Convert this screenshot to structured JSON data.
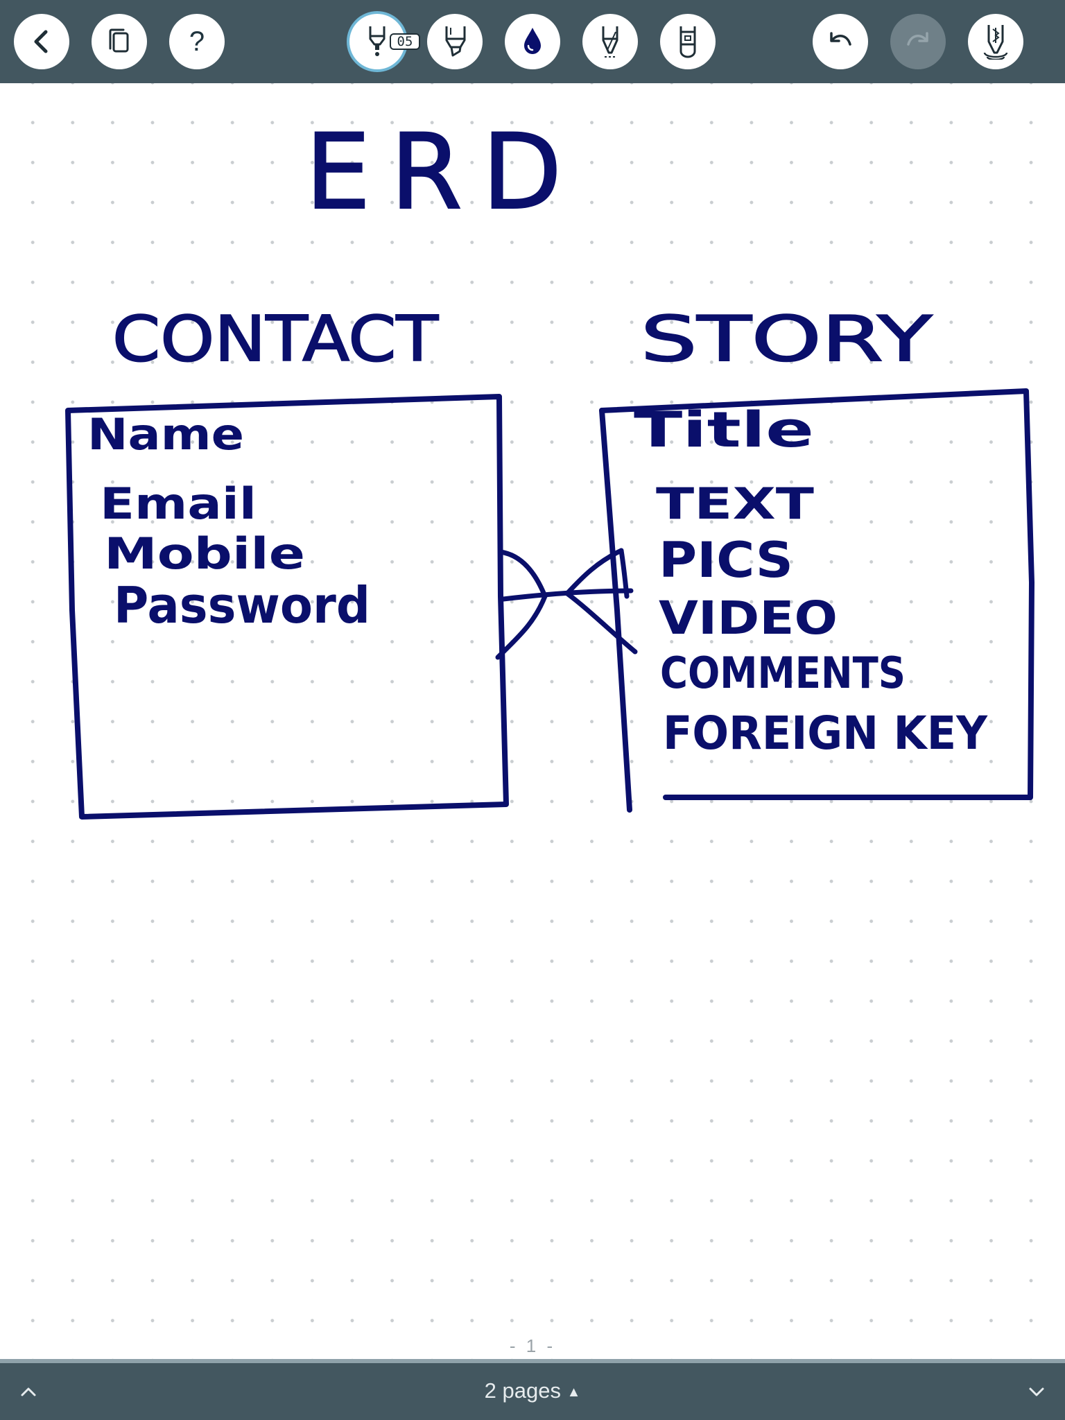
{
  "toolbar": {
    "buttons": [
      {
        "name": "back-button",
        "icon": "chevron-left-icon"
      },
      {
        "name": "pages-button",
        "icon": "copy-pages-icon"
      },
      {
        "name": "help-button",
        "icon": "question-icon",
        "glyph": "?"
      },
      {
        "name": "pen-tool-button",
        "icon": "fineliner-pen-icon",
        "active": true,
        "size_label": "05"
      },
      {
        "name": "marker-tool-button",
        "icon": "marker-icon"
      },
      {
        "name": "color-button",
        "icon": "ink-drop-icon",
        "color": "#0a0f6b"
      },
      {
        "name": "pencil-tool-button",
        "icon": "pencil-icon"
      },
      {
        "name": "eraser-tool-button",
        "icon": "eraser-icon"
      },
      {
        "name": "undo-button",
        "icon": "undo-icon"
      },
      {
        "name": "redo-button",
        "icon": "redo-icon",
        "disabled": true
      },
      {
        "name": "bluetooth-pen-button",
        "icon": "bluetooth-pen-icon"
      }
    ],
    "pen_size": "05"
  },
  "canvas": {
    "ink_color": "#0a0f6b",
    "title": "ERD",
    "entities": [
      {
        "name": "CONTACT",
        "fields": [
          "Name",
          "Email",
          "Mobile",
          "Password"
        ]
      },
      {
        "name": "STORY",
        "fields": [
          "Title",
          "TEXT",
          "PICS",
          "VIDEO",
          "COMMENTS",
          "FOREIGN KEY"
        ]
      }
    ],
    "page_number": "- 1 -"
  },
  "bottom_bar": {
    "pages_label": "2 pages",
    "expand_icon": "chevron-up-icon",
    "collapse_icon": "chevron-down-icon"
  },
  "colors": {
    "toolbar_bg": "#435760",
    "ink": "#0a0f6b",
    "active_ring": "#6fb7d6"
  }
}
